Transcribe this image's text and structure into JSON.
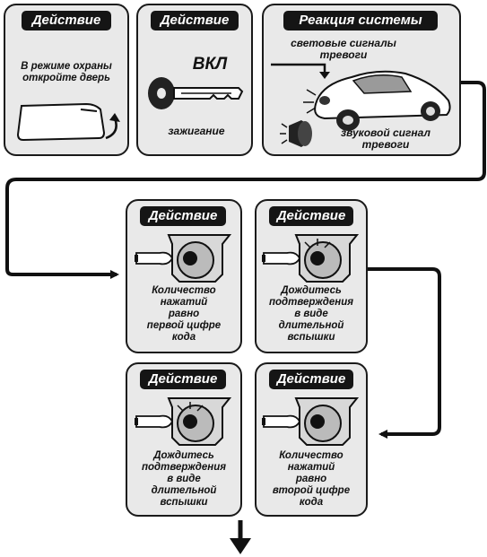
{
  "box1": {
    "tag": "Действие",
    "text": "В режиме охраны\nоткройте дверь"
  },
  "box2": {
    "tag": "Действие",
    "key_label": "ВКЛ",
    "caption": "зажигание"
  },
  "box3": {
    "tag": "Реакция системы",
    "light_label": "световые сигналы\nтревоги",
    "sound_label": "звуковой сигнал\nтревоги"
  },
  "box4": {
    "tag": "Действие",
    "text": "Количество\nнажатий\nравно\nпервой цифре\nкода"
  },
  "box5": {
    "tag": "Действие",
    "text": "Дождитесь\nподтверждения\nв виде\nдлительной\nвспышки"
  },
  "box6": {
    "tag": "Действие",
    "text": "Дождитесь\nподтверждения\nв виде\nдлительной\nвспышки"
  },
  "box7": {
    "tag": "Действие",
    "text": "Количество\nнажатий\nравно\nвторой цифре\nкода"
  },
  "icons": [
    "door-icon",
    "key-icon",
    "car-icon",
    "siren-icon",
    "button-press-icon",
    "arrow-icon"
  ]
}
